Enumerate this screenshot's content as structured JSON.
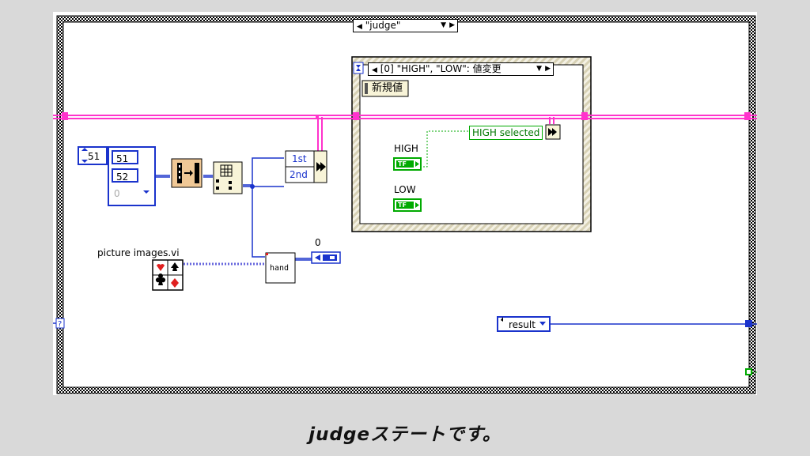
{
  "case_structure": {
    "selector_value": "\"judge\""
  },
  "event_structure": {
    "selector_value": "[0] \"HIGH\", \"LOW\": 値変更",
    "new_value_label": "新規値"
  },
  "array_constant": {
    "index": "51",
    "values": [
      "51",
      "52",
      "0"
    ]
  },
  "bundle_labels": [
    "1st",
    "2nd"
  ],
  "high_selected_label": "HIGH selected",
  "controls": {
    "high": "HIGH",
    "low": "LOW",
    "tf": "TF"
  },
  "picture_label": "picture images.vi",
  "subvi_hand": "hand",
  "numeric_zero": "0",
  "result_label": "result",
  "caption": "judgeステートです。",
  "colors": {
    "cluster_wire": "#ff33cc",
    "numeric_wire": "#1a33cc",
    "boolean_wire": "#00aa00",
    "frame": "#000000",
    "background": "#d9d9d9"
  }
}
